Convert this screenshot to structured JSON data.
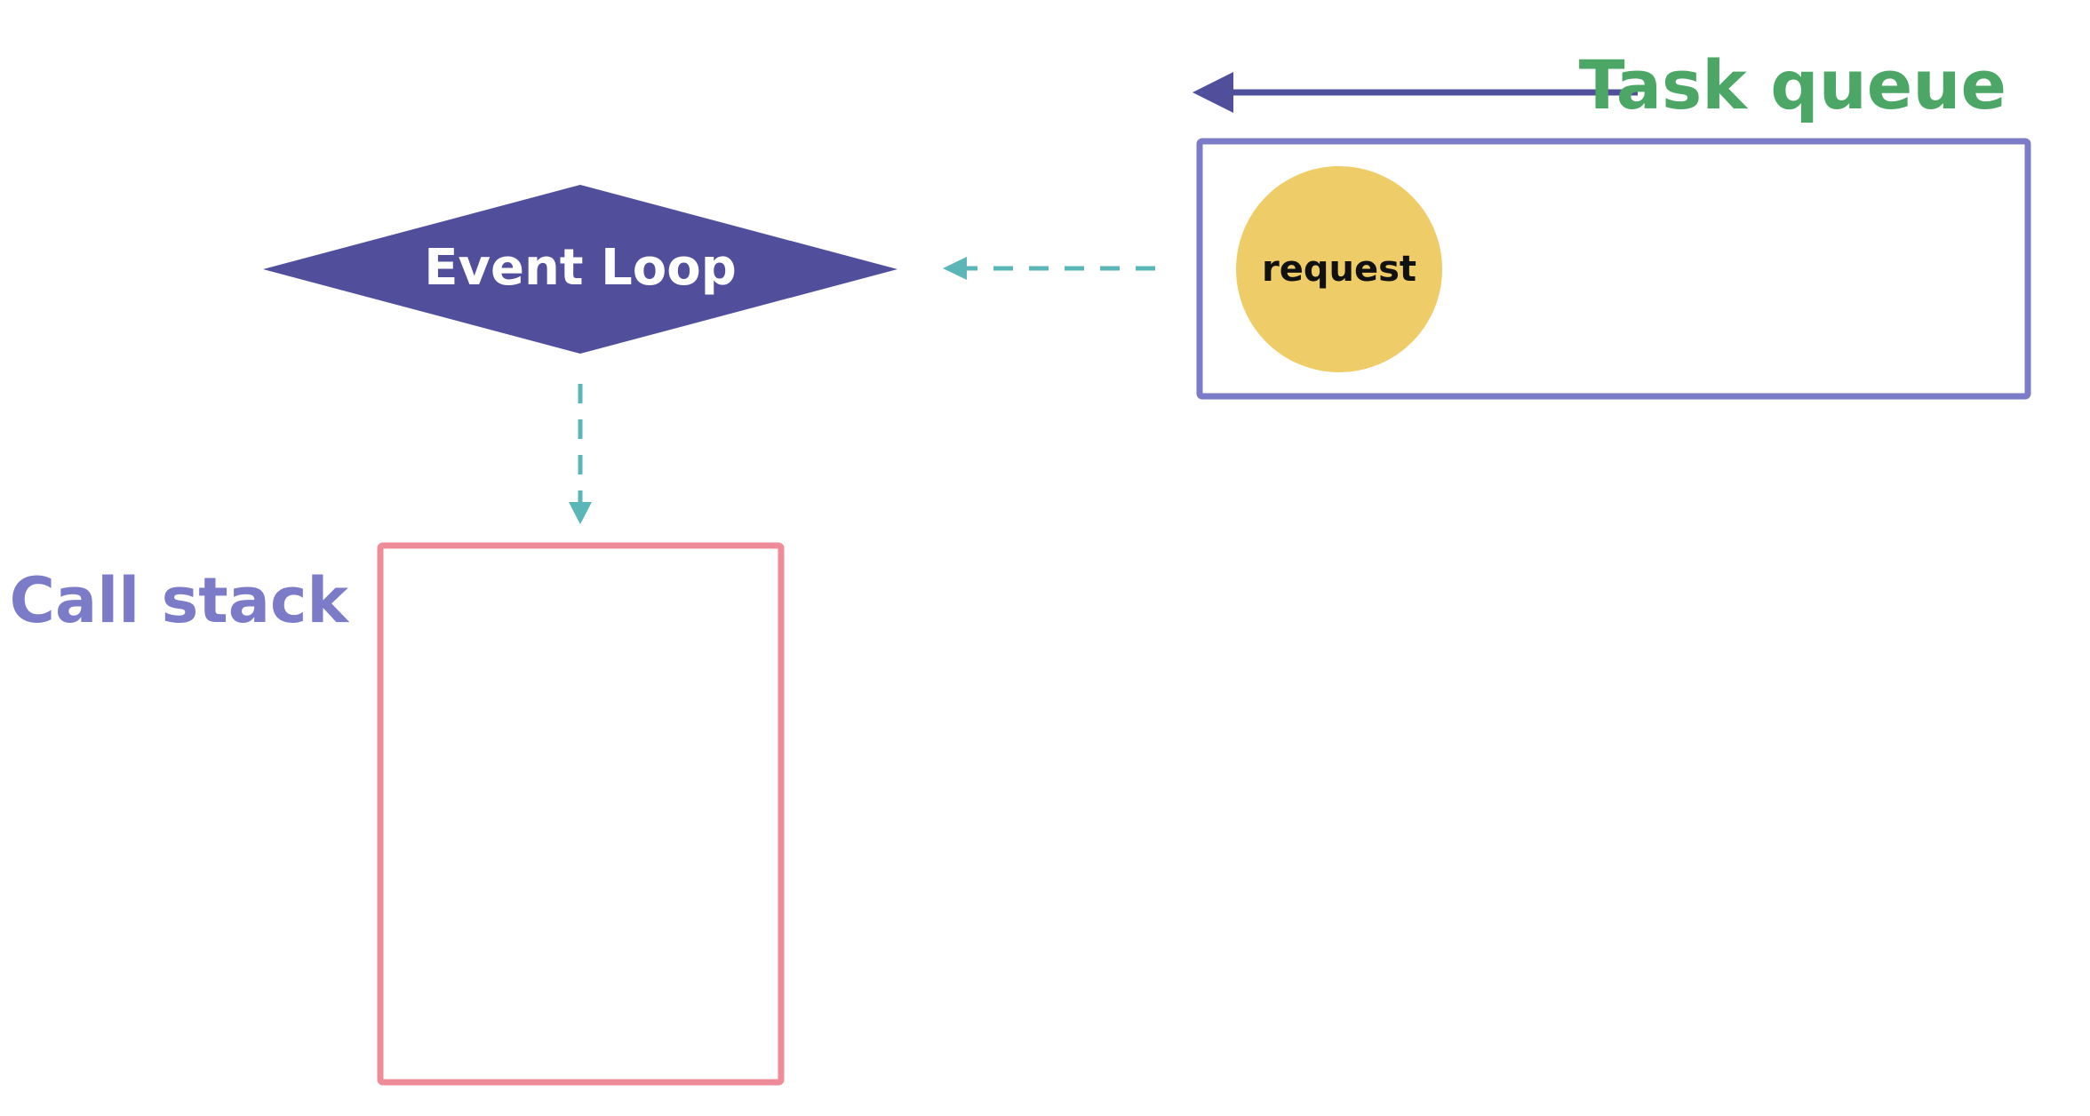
{
  "labels": {
    "event_loop": "Event Loop",
    "task_queue": "Task queue",
    "call_stack": "Call stack",
    "request": "request"
  },
  "colors": {
    "event_loop_fill": "#514F9C",
    "event_loop_text": "#FFFFFF",
    "task_queue_title": "#4CA767",
    "task_queue_border": "#7B7BC8",
    "call_stack_title": "#7B7BC8",
    "call_stack_border": "#EF8C9A",
    "request_fill": "#EECC67",
    "request_text": "#111111",
    "dashed_arrow": "#5BB6B7",
    "queue_arrow": "#514F9C"
  }
}
